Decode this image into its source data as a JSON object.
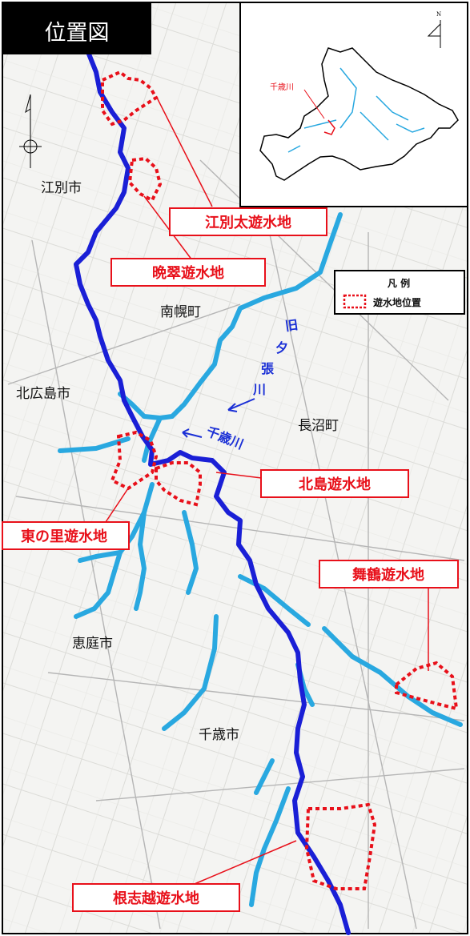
{
  "title": "位置図",
  "legend": {
    "title": "凡 例",
    "item": "遊水地位置"
  },
  "inset": {
    "river_label": "千歳川",
    "north": "N"
  },
  "towns": [
    "江別市",
    "南幌町",
    "北広島市",
    "長沼町",
    "恵庭市",
    "千歳市"
  ],
  "rivers": {
    "kyu_yubari": [
      "旧",
      "夕",
      "張",
      "川"
    ],
    "chitose": "千歳川"
  },
  "retention_basins": [
    "江別太遊水地",
    "晩翠遊水地",
    "北島遊水地",
    "東の里遊水地",
    "舞鶴遊水地",
    "根志越遊水地"
  ],
  "colors": {
    "main_river": "#1a1fd6",
    "tributary": "#29a8e0",
    "basin": "#e8101a",
    "title_bg": "#000000"
  }
}
